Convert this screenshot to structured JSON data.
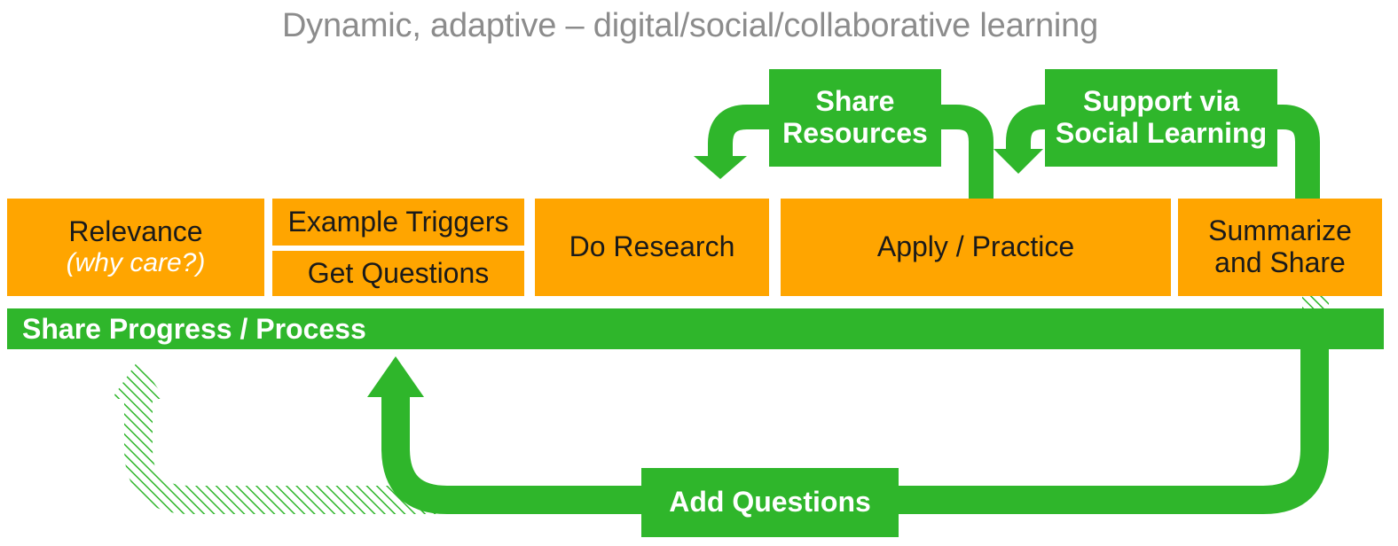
{
  "title": "Dynamic, adaptive – digital/social/collaborative learning",
  "colors": {
    "orange": "#ffa500",
    "green": "#2fb62b",
    "title_gray": "#8c8c8c"
  },
  "steps": {
    "relevance": "Relevance",
    "relevance_note": "(why care?)",
    "example_triggers": "Example Triggers",
    "get_questions": "Get Questions",
    "do_research": "Do Research",
    "apply_practice": "Apply / Practice",
    "summarize_line1": "Summarize",
    "summarize_line2": "and Share"
  },
  "progress_bar": {
    "label": "Share Progress / Process"
  },
  "loops": {
    "share_resources_line1": "Share",
    "share_resources_line2": "Resources",
    "support_line1": "Support via",
    "support_line2": "Social Learning",
    "add_questions": "Add Questions"
  }
}
